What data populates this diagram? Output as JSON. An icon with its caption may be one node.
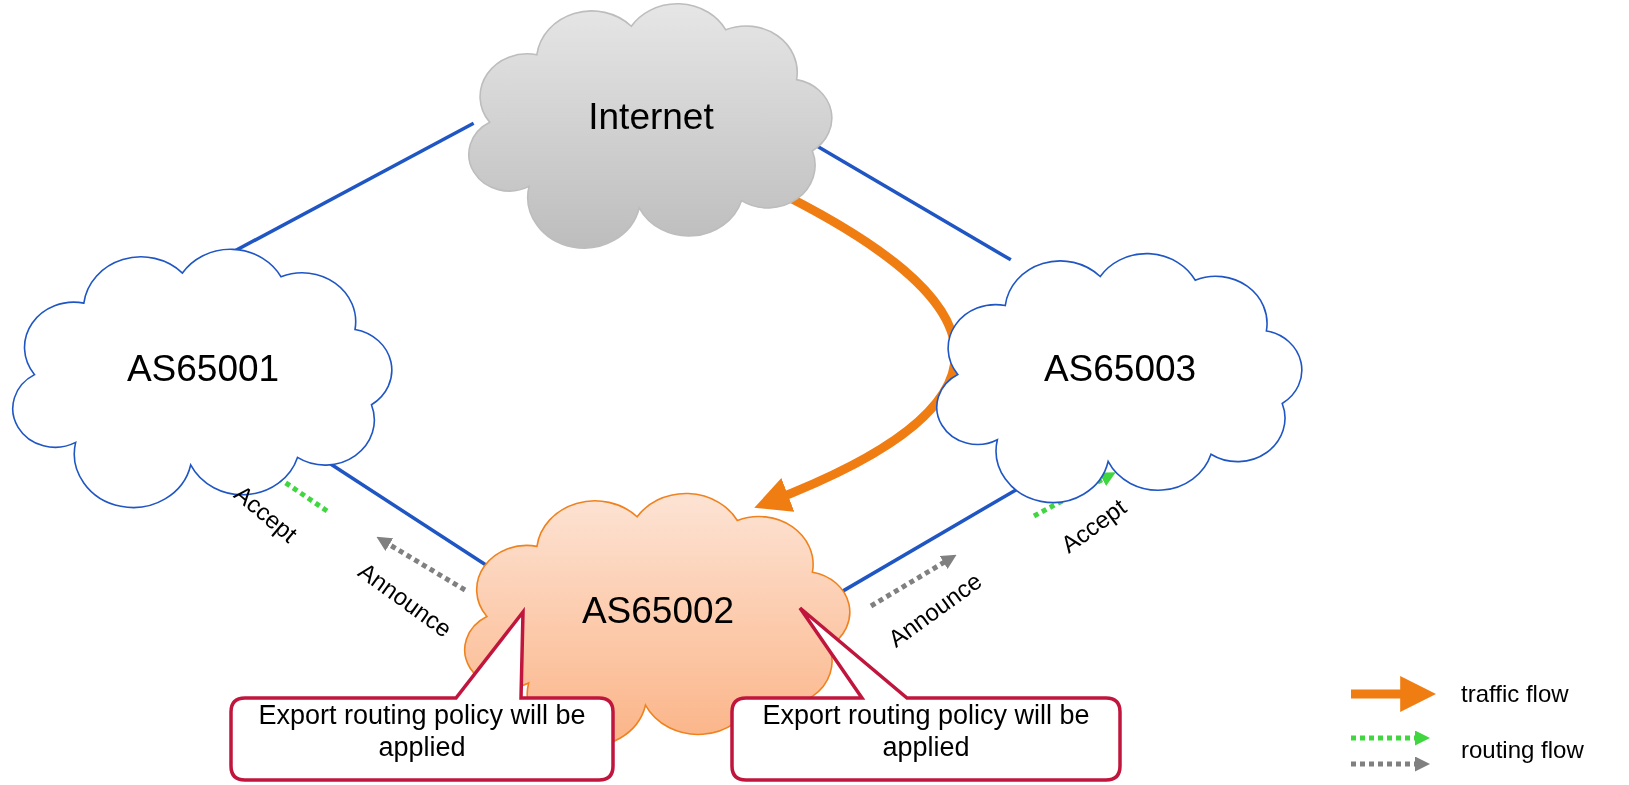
{
  "diagram": {
    "nodes": [
      {
        "text": [
          "Internet"
        ]
      },
      {
        "text": [
          "AS65001"
        ]
      },
      {
        "text": [
          "AS65003"
        ]
      },
      {
        "text": [
          "AS65002"
        ]
      },
      {
        "text": [
          "Export routing policy will be applied"
        ]
      },
      {
        "text": [
          "Export routing policy will be applied"
        ]
      }
    ],
    "edges": [
      {
        "from": 0,
        "to": 1,
        "arrow": "none"
      },
      {
        "from": 0,
        "to": 2,
        "arrow": "none"
      },
      {
        "from": 1,
        "to": 3,
        "arrow": "none"
      },
      {
        "from": 2,
        "to": 3,
        "arrow": "none"
      },
      {
        "from": 0,
        "to": 3,
        "arrow": "to",
        "style": "thick",
        "color": "#f07d12"
      }
    ],
    "labels": [
      "Accept",
      "Announce",
      "Announce",
      "Accept"
    ],
    "legend": [
      {
        "text": "traffic flow"
      },
      {
        "text": "routing flow"
      }
    ]
  }
}
